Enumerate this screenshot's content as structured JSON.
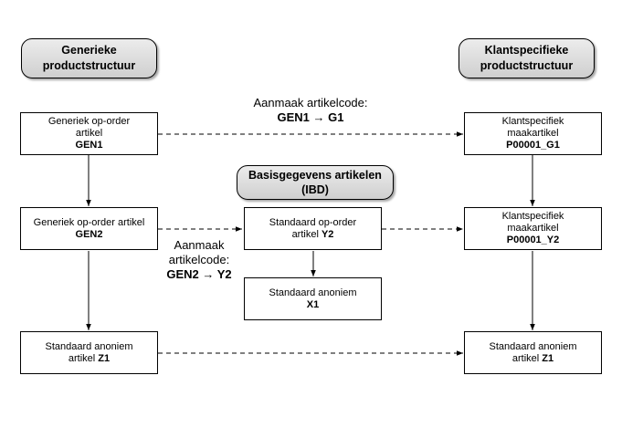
{
  "headers": {
    "generic": {
      "line1": "Generieke",
      "line2": "productstructuur"
    },
    "customer": {
      "line1": "Klantspecifieke",
      "line2": "productstructuur"
    },
    "basis": {
      "line1": "Basisgegevens artikelen",
      "line2": "(IBD)"
    }
  },
  "boxes": {
    "gen1": {
      "line1": "Generiek op-order",
      "line2": "artikel",
      "code": "GEN1"
    },
    "gen2": {
      "line1": "Generiek op-order artikel",
      "code": "GEN2"
    },
    "z1_left": {
      "line1": "Standaard anoniem",
      "prefix": "artikel ",
      "code": "Z1"
    },
    "y2": {
      "line1": "Standaard op-order",
      "prefix": "artikel ",
      "code": "Y2"
    },
    "x1": {
      "line1": "Standaard anoniem",
      "code": "X1"
    },
    "p_g1": {
      "line1": "Klantspecifiek",
      "line2": "maakartikel",
      "code": "P00001_G1"
    },
    "p_y2": {
      "line1": "Klantspecifiek",
      "line2": "maakartikel",
      "code": "P00001_Y2"
    },
    "z1_right": {
      "line1": "Standaard anoniem",
      "prefix": "artikel ",
      "code": "Z1"
    }
  },
  "labels": {
    "top": {
      "line1": "Aanmaak artikelcode:",
      "mapping": "GEN1 → G1"
    },
    "mid": {
      "line1": "Aanmaak",
      "line2": "artikelcode:",
      "mapping": "GEN2 → Y2"
    }
  }
}
